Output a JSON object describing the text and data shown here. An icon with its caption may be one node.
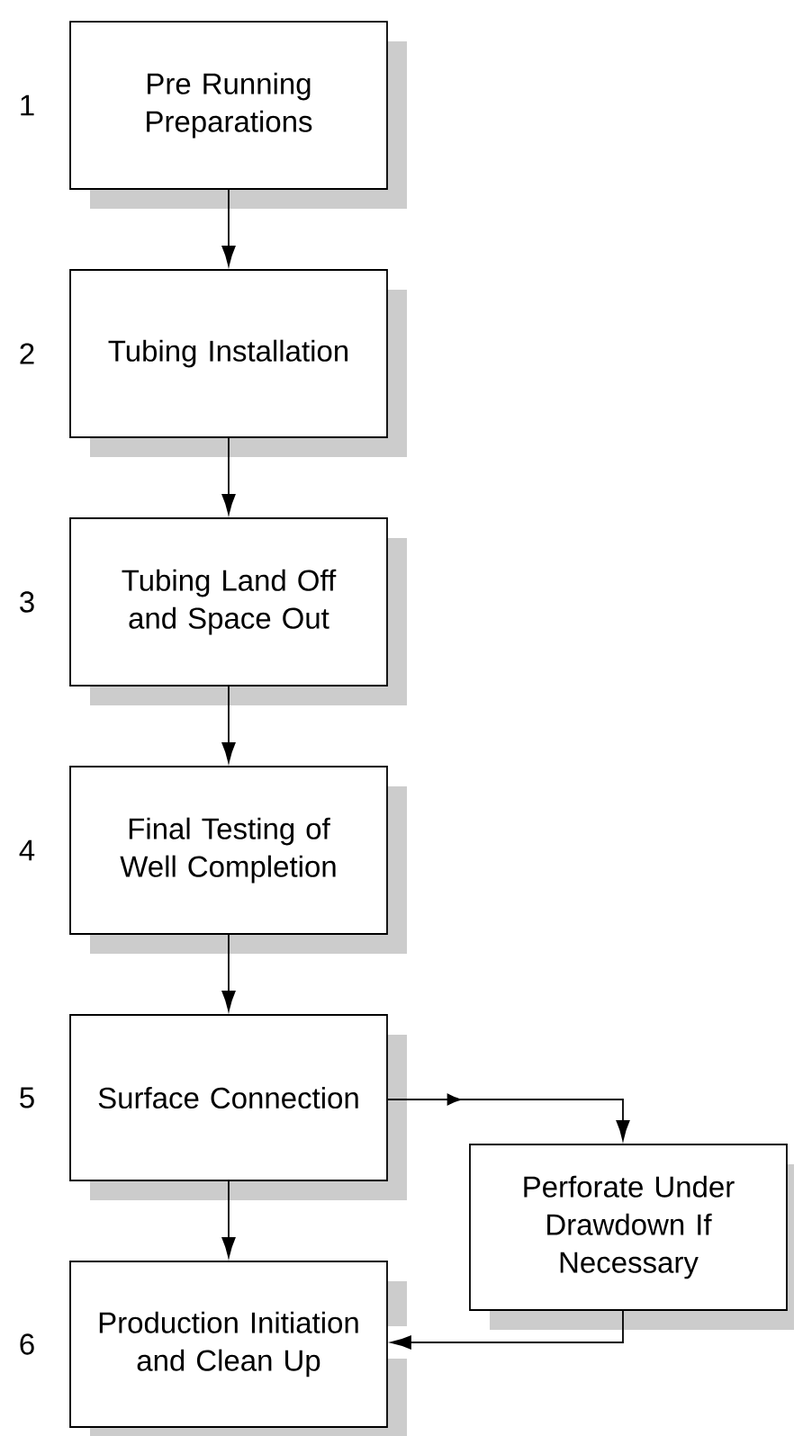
{
  "diagram": {
    "nodes": [
      {
        "text": [
          "Pre Running Preparations"
        ],
        "beside": [
          "1"
        ]
      },
      {
        "text": [
          "Tubing Installation"
        ],
        "beside": [
          "2"
        ]
      },
      {
        "text": [
          "Tubing Land Off and Space Out"
        ],
        "beside": [
          "3"
        ]
      },
      {
        "text": [
          "Final Testing of Well Completion"
        ],
        "beside": [
          "4"
        ]
      },
      {
        "text": [
          "Surface Connection"
        ],
        "beside": [
          "5"
        ]
      },
      {
        "text": [
          "Production Initiation and Clean Up"
        ],
        "beside": [
          "6"
        ]
      },
      {
        "text": [
          "Perforate Under Drawdown If Necessary"
        ]
      }
    ],
    "edges": [
      {
        "from": 0,
        "to": 1,
        "arrow": "to"
      },
      {
        "from": 1,
        "to": 2,
        "arrow": "to"
      },
      {
        "from": 2,
        "to": 3,
        "arrow": "to"
      },
      {
        "from": 3,
        "to": 4,
        "arrow": "to"
      },
      {
        "from": 4,
        "to": 5,
        "arrow": "to"
      },
      {
        "from": 4,
        "to": 6,
        "arrow": "to"
      },
      {
        "from": 6,
        "to": 5,
        "arrow": "to"
      }
    ]
  }
}
